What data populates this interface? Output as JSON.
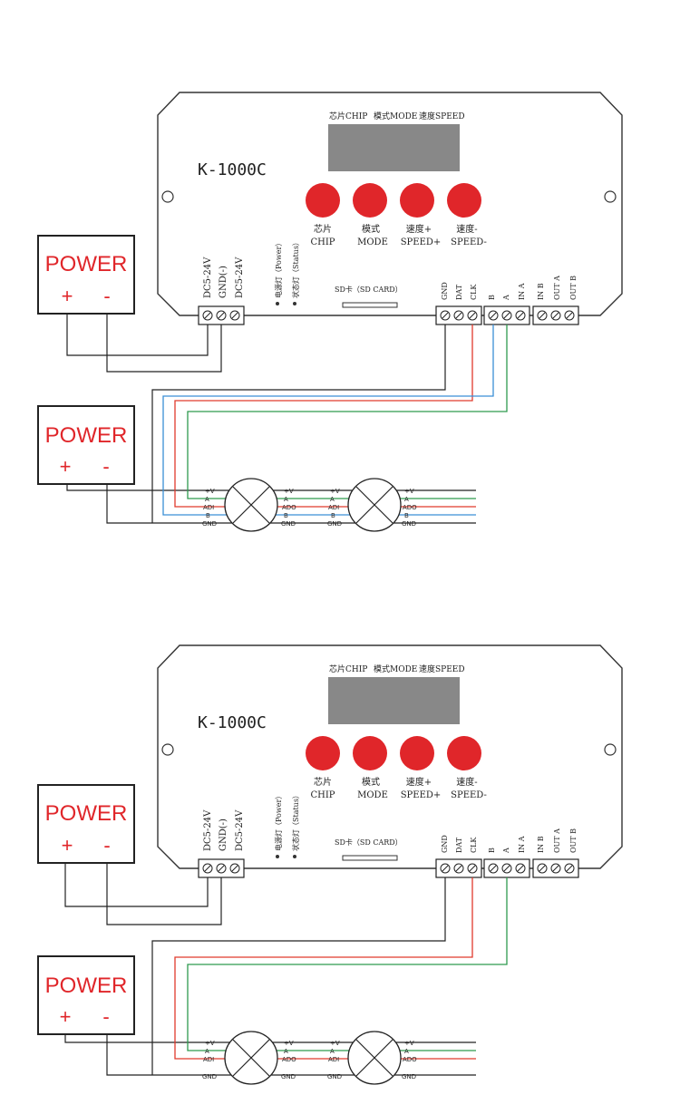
{
  "diagrams": [
    {
      "controller": {
        "model": "K-1000C",
        "header_labels": [
          "芯片CHIP",
          "模式MODE",
          "速度SPEED"
        ],
        "buttons": [
          {
            "cn": "芯片",
            "en": "CHIP"
          },
          {
            "cn": "模式",
            "en": "MODE"
          },
          {
            "cn": "速度+",
            "en": "SPEED+"
          },
          {
            "cn": "速度-",
            "en": "SPEED-"
          }
        ],
        "power_terminals": [
          "DC5-24V",
          "GND(-)",
          "DC5-24V"
        ],
        "indicators": [
          "电源灯（Power）",
          "状态灯（Status）"
        ],
        "sd_label": "SD卡（SD CARD）",
        "output_terminals": [
          "GND",
          "DAT",
          "CLK",
          "B",
          "A",
          "IN A",
          "IN B",
          "OUT A",
          "OUT B"
        ]
      },
      "power_supplies": [
        {
          "title": "POWER",
          "plus": "+",
          "minus": "-"
        },
        {
          "title": "POWER",
          "plus": "+",
          "minus": "-"
        }
      ],
      "lamps": [
        {
          "left": [
            "+V",
            "A",
            "ADI",
            "B",
            "GND"
          ],
          "right": [
            "+V",
            "A",
            "ADO",
            "B",
            "GND"
          ]
        },
        {
          "left": [
            "+V",
            "A",
            "ADI",
            "B",
            "GND"
          ],
          "right": [
            "+V",
            "A",
            "ADO",
            "B",
            "GND"
          ]
        }
      ],
      "wire_colors": {
        "dat": "#e03a2c",
        "b": "#3a8fd6",
        "a": "#2e9a4e",
        "black": "#222222"
      }
    },
    {
      "controller": {
        "model": "K-1000C",
        "header_labels": [
          "芯片CHIP",
          "模式MODE",
          "速度SPEED"
        ],
        "buttons": [
          {
            "cn": "芯片",
            "en": "CHIP"
          },
          {
            "cn": "模式",
            "en": "MODE"
          },
          {
            "cn": "速度+",
            "en": "SPEED+"
          },
          {
            "cn": "速度-",
            "en": "SPEED-"
          }
        ],
        "power_terminals": [
          "DC5-24V",
          "GND(-)",
          "DC5-24V"
        ],
        "indicators": [
          "电源灯（Power）",
          "状态灯（Status）"
        ],
        "sd_label": "SD卡（SD CARD）",
        "output_terminals": [
          "GND",
          "DAT",
          "CLK",
          "B",
          "A",
          "IN A",
          "IN B",
          "OUT A",
          "OUT B"
        ]
      },
      "power_supplies": [
        {
          "title": "POWER",
          "plus": "+",
          "minus": "-"
        },
        {
          "title": "POWER",
          "plus": "+",
          "minus": "-"
        }
      ],
      "lamps": [
        {
          "left": [
            "+V",
            "A",
            "ADI",
            "",
            "GND"
          ],
          "right": [
            "+V",
            "A",
            "ADO",
            "",
            "GND"
          ]
        },
        {
          "left": [
            "+V",
            "A",
            "ADI",
            "",
            "GND"
          ],
          "right": [
            "+V",
            "A",
            "ADO",
            "",
            "GND"
          ]
        }
      ],
      "wire_colors": {
        "dat": "#e03a2c",
        "b": "#3a8fd6",
        "a": "#2e9a4e",
        "black": "#222222"
      }
    }
  ]
}
